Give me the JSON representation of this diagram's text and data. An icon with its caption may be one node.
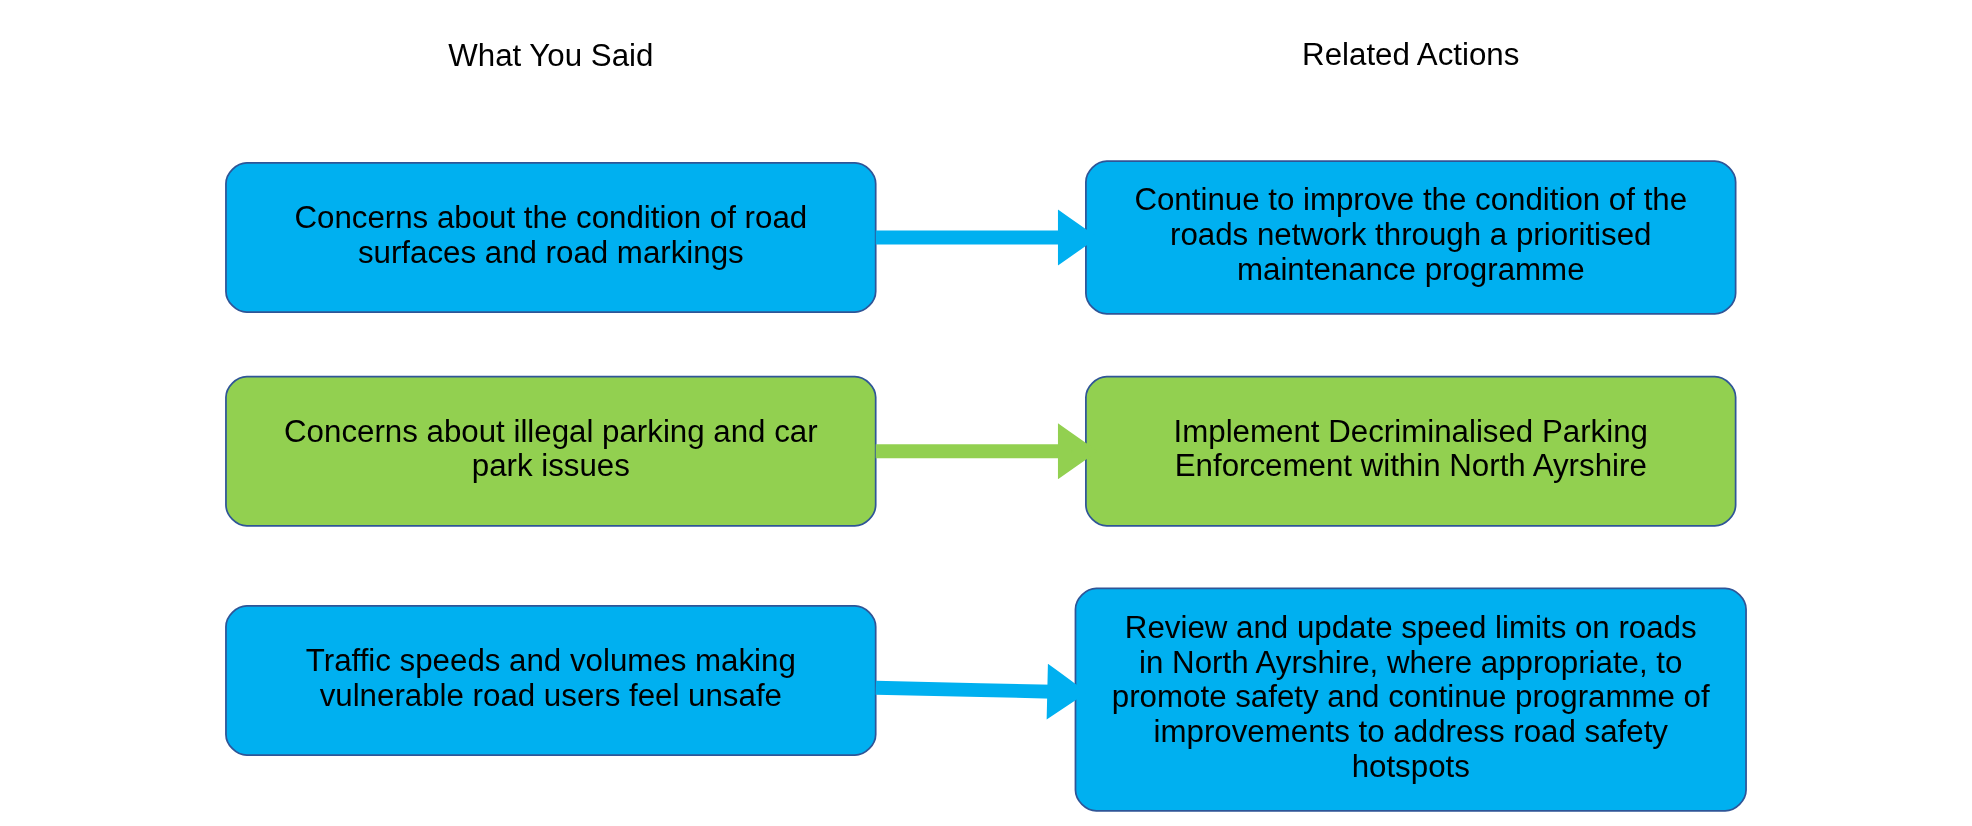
{
  "diagram": {
    "nodes": [
      {
        "text": [
          "Concerns about the condition of road surfaces and road markings"
        ]
      },
      {
        "text": [
          "Continue to improve the condition of the roads network through a prioritised maintenance programme"
        ]
      },
      {
        "text": [
          "Concerns about illegal parking and car park issues"
        ]
      },
      {
        "text": [
          "Implement Decriminalised Parking Enforcement within North Ayrshire"
        ]
      },
      {
        "text": [
          "Traffic speeds and volumes making vulnerable road users feel unsafe"
        ]
      },
      {
        "text": [
          "Review and update speed limits on roads in North Ayrshire, where appropriate, to promote safety and continue programme of improvements to address road safety hotspots"
        ]
      }
    ],
    "edges": [
      {
        "from": 0,
        "to": 1,
        "arrow": "to"
      },
      {
        "from": 2,
        "to": 3,
        "arrow": "to",
        "color": "#92d050"
      },
      {
        "from": 4,
        "to": 5,
        "arrow": "to"
      }
    ],
    "labels": [
      "What You Said",
      "Related Actions"
    ]
  }
}
